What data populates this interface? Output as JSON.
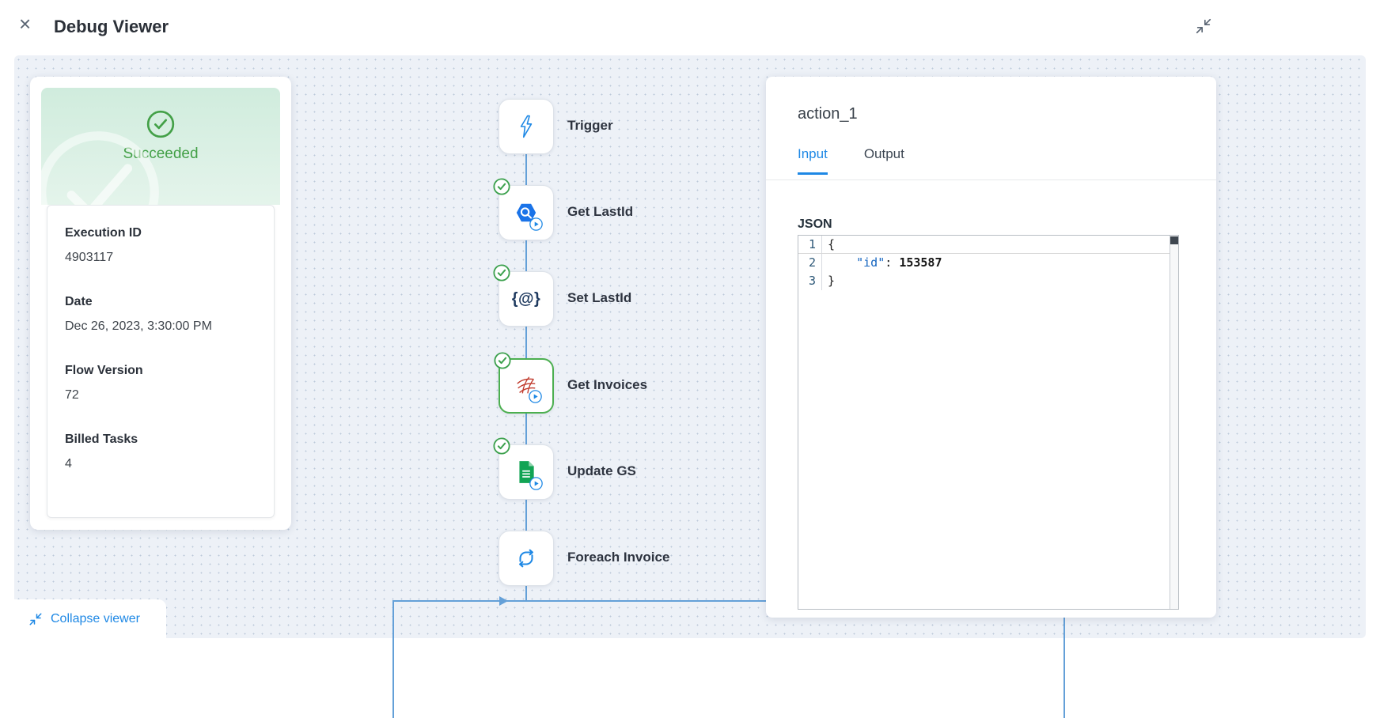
{
  "window": {
    "title": "Debug Viewer",
    "close_icon": "×"
  },
  "status_card": {
    "status_label": "Succeeded",
    "fields": [
      {
        "label": "Execution ID",
        "value": "4903117"
      },
      {
        "label": "Date",
        "value": "Dec 26, 2023, 3:30:00 PM"
      },
      {
        "label": "Flow Version",
        "value": "72"
      },
      {
        "label": "Billed Tasks",
        "value": "4"
      }
    ]
  },
  "workflow": {
    "nodes": [
      {
        "label": "Trigger",
        "icon": "lightning-bolt-icon",
        "succeeded": false,
        "selected": false
      },
      {
        "label": "Get LastId",
        "icon": "bigquery-hexagon-icon",
        "succeeded": true,
        "selected": false
      },
      {
        "label": "Set LastId",
        "icon": "storage-braces-icon",
        "glyph": "{@}",
        "succeeded": true,
        "selected": false
      },
      {
        "label": "Get Invoices",
        "icon": "sql-server-icon",
        "succeeded": true,
        "selected": true
      },
      {
        "label": "Update GS",
        "icon": "google-sheets-icon",
        "succeeded": true,
        "selected": false
      },
      {
        "label": "Foreach Invoice",
        "icon": "loop-icon",
        "succeeded": false,
        "selected": false
      }
    ]
  },
  "details_panel": {
    "title": "action_1",
    "tabs": [
      {
        "label": "Input",
        "active": true
      },
      {
        "label": "Output",
        "active": false
      }
    ],
    "section_label": "JSON",
    "code": {
      "lines": [
        {
          "number": "1",
          "text": "{"
        },
        {
          "number": "2",
          "indent": "    ",
          "key": "\"id\"",
          "separator": ": ",
          "value": "153587"
        },
        {
          "number": "3",
          "text": "}"
        }
      ]
    }
  },
  "footer": {
    "collapse_button": "Collapse viewer"
  },
  "colors": {
    "accent_blue": "#1e88e5",
    "success_green": "#43a047",
    "connector_blue": "#64a0d8",
    "canvas_background": "#edf1f7",
    "selected_node_border": "#4caf50"
  }
}
